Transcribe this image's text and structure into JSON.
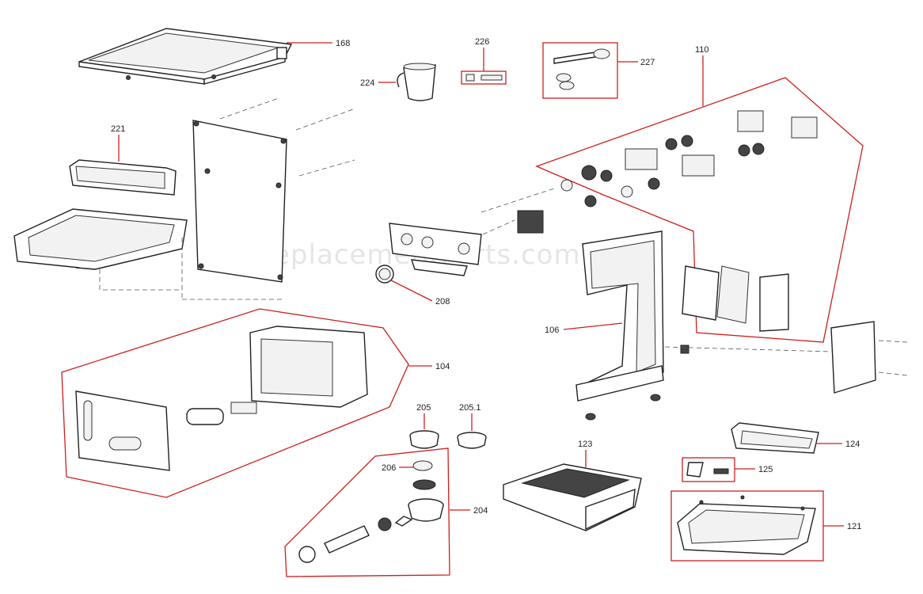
{
  "watermark": "eReplacementParts.com",
  "colors": {
    "leader": "#cc1f1f",
    "ink": "#222222",
    "background": "#ffffff"
  },
  "callouts": {
    "p168": "168",
    "p221": "221",
    "p224": "224",
    "p226": "226",
    "p227": "227",
    "p110": "110",
    "p208": "208",
    "p106": "106",
    "p104": "104",
    "p205": "205",
    "p205_1": "205.1",
    "p206": "206",
    "p204": "204",
    "p123": "123",
    "p124": "124",
    "p125": "125",
    "p121": "121"
  }
}
